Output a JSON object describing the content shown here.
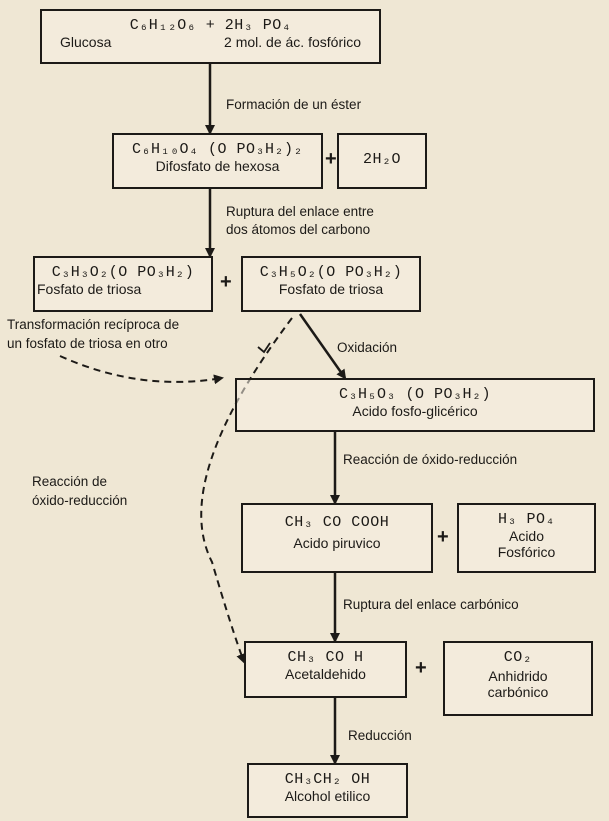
{
  "colors": {
    "ink": "#1c1a17",
    "paper": "#efe7d4"
  },
  "boxes": {
    "glucose": {
      "formula": "C₆H₁₂O₆ + 2H₃ PO₄",
      "name_a": "Glucosa",
      "name_b": "2 mol. de ác. fosfórico"
    },
    "hexose_diphosphate": {
      "formula": "C₆H₁₀O₄ (O PO₃H₂)₂",
      "name": "Difosfato de hexosa"
    },
    "water": {
      "formula": "2H₂O"
    },
    "triose_phosphate_1": {
      "formula": "C₃H₃O₂(O PO₃H₂)",
      "name": "Fosfato de triosa"
    },
    "triose_phosphate_2": {
      "formula": "C₃H₅O₂(O PO₃H₂)",
      "name": "Fosfato de triosa"
    },
    "phosphoglyceric": {
      "formula": "C₃H₅O₃ (O PO₃H₂)",
      "name": "Acido fosfo-glicérico"
    },
    "pyruvic": {
      "formula": "CH₃ CO COOH",
      "name": "Acido piruvico"
    },
    "phosphoric": {
      "formula": "H₃ PO₄",
      "name_a": "Acido",
      "name_b": "Fosfórico"
    },
    "acetaldehyde": {
      "formula": "CH₃ CO H",
      "name": "Acetaldehido"
    },
    "co2": {
      "formula": "CO₂",
      "name_a": "Anhidrido",
      "name_b": "carbónico"
    },
    "ethanol": {
      "formula": "CH₃CH₂ OH",
      "name": "Alcohol etilico"
    }
  },
  "steps": {
    "ester": "Formación de un éster",
    "rupture_1": "Ruptura del enlace entre",
    "rupture_2": "dos átomos del carbono",
    "transform_1": "Transformación recíproca de",
    "transform_2": "un fosfato de triosa en otro",
    "oxidation": "Oxidación",
    "redox_main": "Reacción de óxido-reducción",
    "redox_side_1": "Reacción de",
    "redox_side_2": "óxido-reducción",
    "carbonic_rupture": "Ruptura del enlace carbónico",
    "reduction": "Reducción"
  },
  "plus_sign": "+"
}
